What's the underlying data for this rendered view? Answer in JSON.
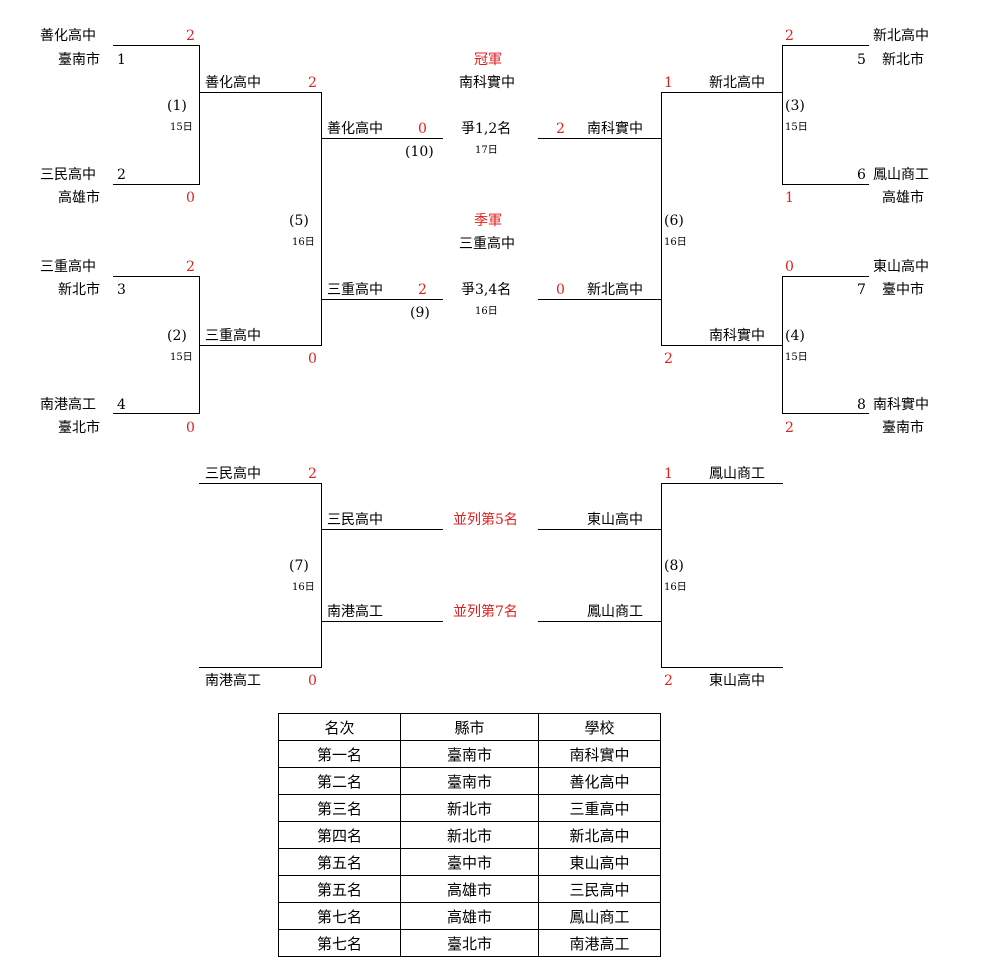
{
  "left_top": {
    "t1": {
      "name": "善化高中",
      "city": "臺南市",
      "seed": "1",
      "score": "2"
    },
    "t2": {
      "name": "三民高中",
      "city": "高雄市",
      "seed": "2",
      "score": "0"
    },
    "m1": {
      "label": "(1)",
      "date": "15日",
      "winner": "善化高中",
      "winner_score": "2"
    },
    "t3": {
      "name": "三重高中",
      "city": "新北市",
      "seed": "3",
      "score": "2"
    },
    "t4": {
      "name": "南港高工",
      "city": "臺北市",
      "seed": "4",
      "score": "0"
    },
    "m2": {
      "label": "(2)",
      "date": "15日",
      "winner": "三重高中",
      "winner_score": "0"
    },
    "m5": {
      "label": "(5)",
      "date": "16日"
    }
  },
  "right_top": {
    "t5": {
      "name": "新北高中",
      "city": "新北市",
      "seed": "5",
      "score": "2"
    },
    "t6": {
      "name": "鳳山商工",
      "city": "高雄市",
      "seed": "6",
      "score": "1"
    },
    "m3": {
      "label": "(3)",
      "date": "15日",
      "winner": "新北高中",
      "winner_score": "1"
    },
    "t7": {
      "name": "東山高中",
      "city": "臺中市",
      "seed": "7",
      "score": "0"
    },
    "t8": {
      "name": "南科實中",
      "city": "臺南市",
      "seed": "8",
      "score": "2"
    },
    "m4": {
      "label": "(4)",
      "date": "15日",
      "winner": "南科實中",
      "winner_score": "2"
    },
    "m6": {
      "label": "(6)",
      "date": "16日"
    }
  },
  "center": {
    "champion_title": "冠軍",
    "champion_name": "南科實中",
    "final_title": "爭1,2名",
    "final_label": "(10)",
    "final_date": "17日",
    "final_left_team": "善化高中",
    "final_left_score": "0",
    "final_right_team": "南科實中",
    "final_right_score": "2",
    "third_title": "季軍",
    "third_name": "三重高中",
    "third_match_title": "爭3,4名",
    "third_label": "(9)",
    "third_date": "16日",
    "third_left_team": "三重高中",
    "third_left_score": "2",
    "third_right_team": "新北高中",
    "third_right_score": "0"
  },
  "placement": {
    "m7": {
      "label": "(7)",
      "date": "16日",
      "top_team": "三民高中",
      "top_score": "2",
      "bottom_team": "南港高工",
      "bottom_score": "0",
      "upper_out": "三民高中",
      "lower_out": "南港高工"
    },
    "m8": {
      "label": "(8)",
      "date": "16日",
      "top_team": "鳳山商工",
      "top_score": "1",
      "bottom_team": "東山高中",
      "bottom_score": "2",
      "upper_out": "東山高中",
      "lower_out": "鳳山商工"
    },
    "fifth_title": "並列第5名",
    "seventh_title": "並列第7名"
  },
  "ranking": {
    "headers": [
      "名次",
      "縣市",
      "學校"
    ],
    "rows": [
      [
        "第一名",
        "臺南市",
        "南科實中"
      ],
      [
        "第二名",
        "臺南市",
        "善化高中"
      ],
      [
        "第三名",
        "新北市",
        "三重高中"
      ],
      [
        "第四名",
        "新北市",
        "新北高中"
      ],
      [
        "第五名",
        "臺中市",
        "東山高中"
      ],
      [
        "第五名",
        "高雄市",
        "三民高中"
      ],
      [
        "第七名",
        "高雄市",
        "鳳山商工"
      ],
      [
        "第七名",
        "臺北市",
        "南港高工"
      ]
    ]
  },
  "colors": {
    "accent_red": "#e02020",
    "line": "#000000"
  }
}
